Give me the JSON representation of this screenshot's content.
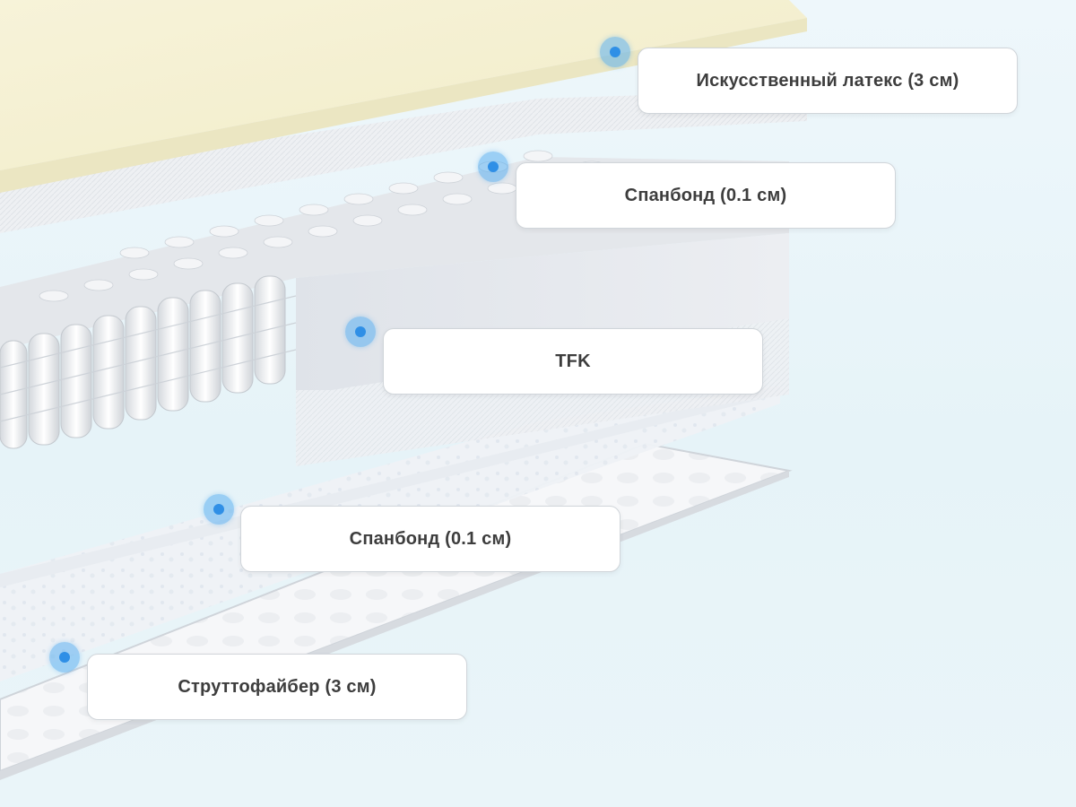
{
  "layers": [
    {
      "id": "latex",
      "label": "Искусственный латекс (3 см)"
    },
    {
      "id": "spunbond-top",
      "label": "Спанбонд (0.1 см)"
    },
    {
      "id": "tfk",
      "label": "TFK"
    },
    {
      "id": "spunbond-bottom",
      "label": "Спанбонд (0.1 см)"
    },
    {
      "id": "strutto",
      "label": "Струттофайбер (3 см)"
    }
  ],
  "colors": {
    "marker": "#2f8fe6",
    "latex": "#f6f3d6",
    "fabric": "#eceef1",
    "label_text": "#3d3d3d",
    "label_border": "#d0d5da"
  }
}
